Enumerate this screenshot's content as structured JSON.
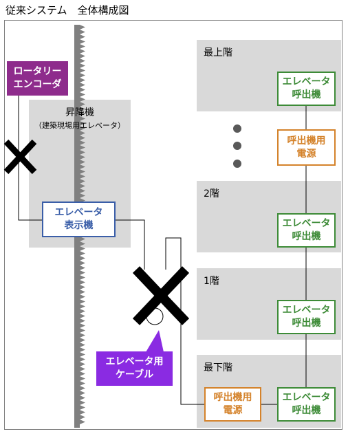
{
  "title": "従来システム　全体構成図",
  "colors": {
    "floor_bg": "#d9d9d9",
    "green": "#3d8b37",
    "orange": "#d4822a",
    "blue": "#3a5ea8",
    "encoder_tag": "#8e2c8c",
    "cable_tag": "#8a2be2",
    "wall": "#808080"
  },
  "floors": {
    "top": "最上階",
    "second": "2階",
    "first": "1階",
    "bottom": "最下階"
  },
  "elevator": {
    "name": "昇降機",
    "subtitle": "（建築現場用エレベータ）"
  },
  "call_unit": {
    "line1": "エレベータ",
    "line2": "呼出機"
  },
  "power_unit": {
    "line1": "呼出機用",
    "line2": "電源"
  },
  "display_unit": {
    "line1": "エレベータ",
    "line2": "表示機"
  },
  "encoder_tag": {
    "line1": "ロータリー",
    "line2": "エンコーダ"
  },
  "cable_tag": {
    "line1": "エレベータ用",
    "line2": "ケーブル"
  },
  "icons": [
    "x-mark-icon",
    "ellipsis-dots-icon",
    "cable-reel-icon"
  ]
}
